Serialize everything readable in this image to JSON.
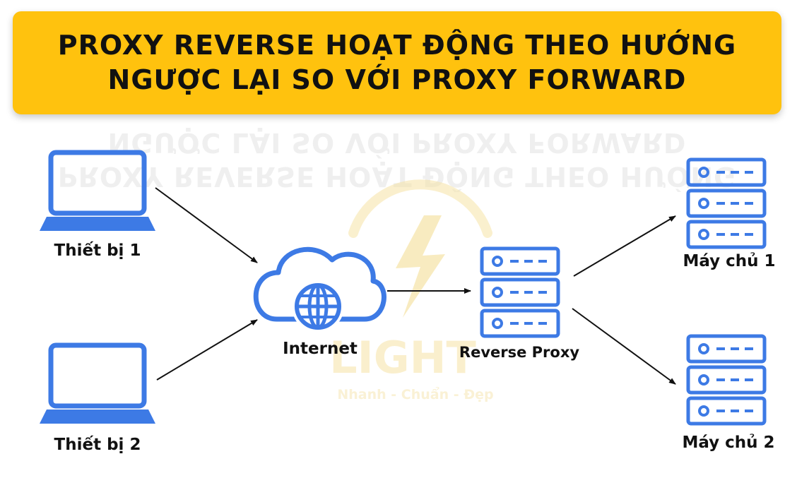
{
  "title": {
    "line1": "PROXY REVERSE HOẠT ĐỘNG THEO HƯỚNG",
    "line2": "NGƯỢC LẠI SO VỚI PROXY FORWARD"
  },
  "nodes": {
    "device1": "Thiết bị 1",
    "device2": "Thiết bị 2",
    "internet": "Internet",
    "reverse_proxy": "Reverse Proxy",
    "server1": "Máy chủ 1",
    "server2": "Máy chủ 2"
  },
  "watermark": {
    "brand": "LIGHT",
    "tagline": "Nhanh - Chuẩn - Đẹp"
  },
  "colors": {
    "banner": "#ffc20e",
    "icon": "#3d7ae5",
    "arrow": "#111111",
    "watermark": "#f3d98a"
  }
}
